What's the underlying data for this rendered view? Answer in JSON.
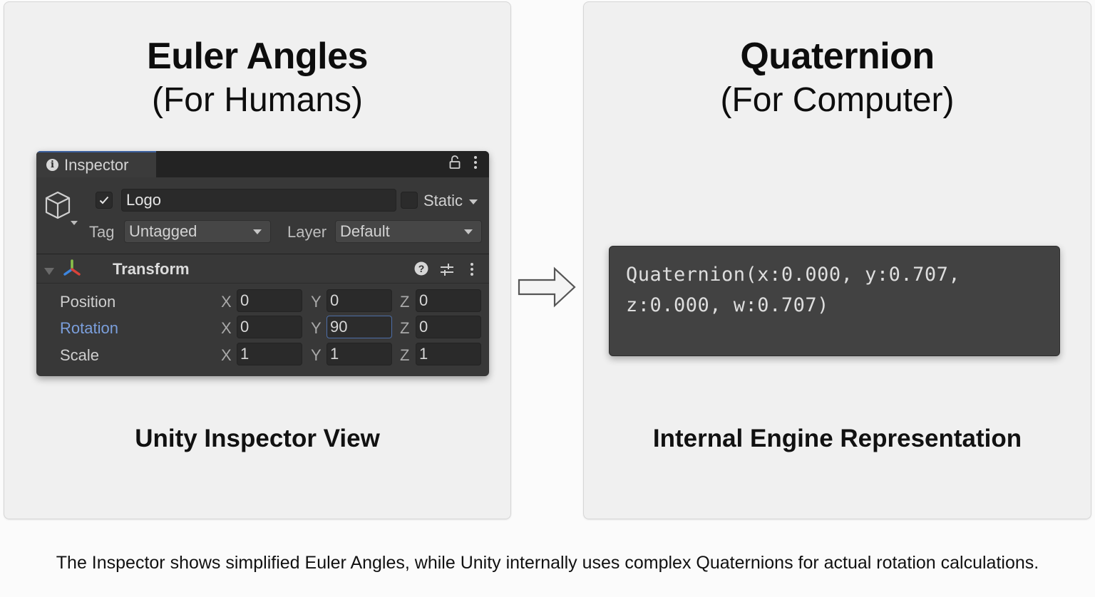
{
  "left_panel": {
    "title": "Euler Angles",
    "subtitle": "(For Humans)",
    "caption": "Unity Inspector View",
    "inspector": {
      "tab_label": "Inspector",
      "tab_icons": [
        "info-icon",
        "lock-icon",
        "kebab-menu-icon"
      ],
      "gameobject": {
        "active": true,
        "name": "Logo",
        "static_label": "Static",
        "static_checked": false,
        "tag_label": "Tag",
        "tag_value": "Untagged",
        "layer_label": "Layer",
        "layer_value": "Default"
      },
      "transform": {
        "title": "Transform",
        "header_icons": [
          "help-icon",
          "presets-icon",
          "kebab-menu-icon"
        ],
        "rows": [
          {
            "label": "Position",
            "x": "0",
            "y": "0",
            "z": "0"
          },
          {
            "label": "Rotation",
            "x": "0",
            "y": "90",
            "z": "0"
          },
          {
            "label": "Scale",
            "x": "1",
            "y": "1",
            "z": "1"
          }
        ],
        "axis_labels": {
          "x": "X",
          "y": "Y",
          "z": "Z"
        }
      }
    }
  },
  "right_panel": {
    "title": "Quaternion",
    "subtitle": "(For Computer)",
    "caption": "Internal Engine Representation",
    "quaternion_lines": [
      "Quaternion(x:0.000, y:0.707,",
      "z:0.000, w:0.707)"
    ]
  },
  "footer": "The Inspector shows simplified Euler Angles, while Unity internally uses complex Quaternions for actual rotation calculations.",
  "colors": {
    "panel_bg": "#f0f0f0",
    "inspector_bg": "#383838",
    "rotation_label": "#7b9fdc",
    "focus_border": "#4d6ea8",
    "quat_bg": "#424242"
  }
}
